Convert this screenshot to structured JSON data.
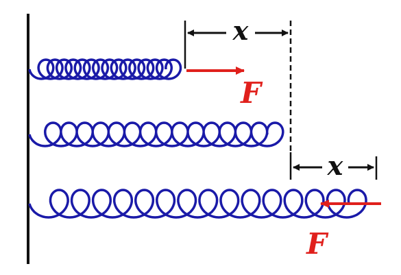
{
  "labels": {
    "displacement_top": "x",
    "displacement_bottom": "x",
    "force_top": "F",
    "force_bottom": "F"
  },
  "colors": {
    "spring": "#1a1aa8",
    "wall": "#111111",
    "force": "#e0201c",
    "dimension": "#111111"
  }
}
